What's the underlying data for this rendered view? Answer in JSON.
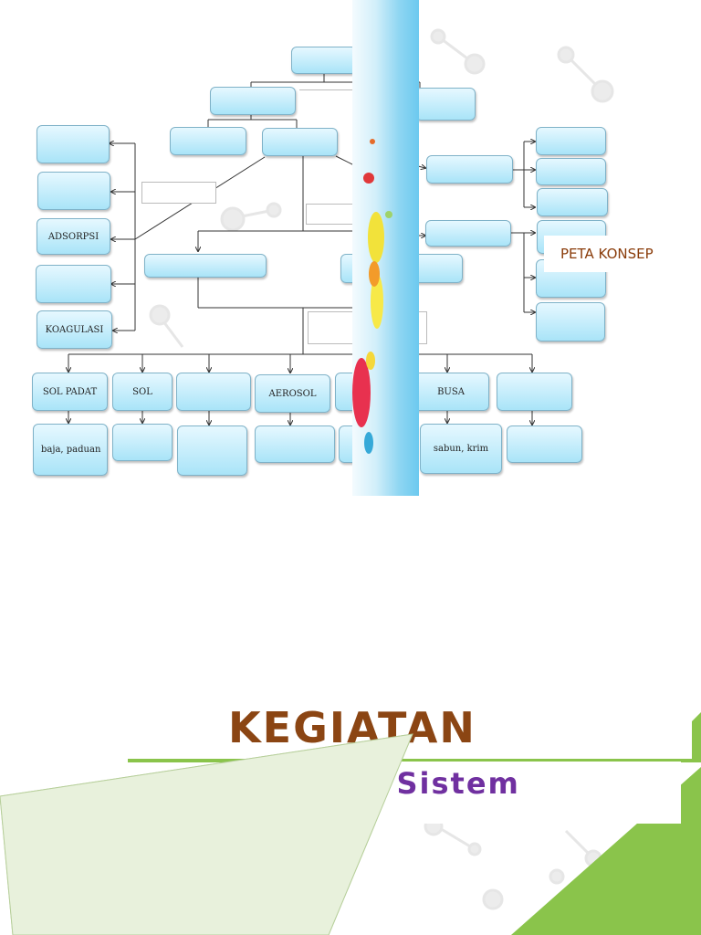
{
  "slide_top": {
    "nodes": {
      "sol_padat": "SOL PADAT",
      "sol": "SOL",
      "aerosol": "AEROSOL",
      "busa": "BUSA",
      "adsorpsi": "ADSORPSI",
      "koagulasi": "KOAGULASI",
      "baja_paduan": "baja, paduan",
      "sabun_krim": "sabun, krim"
    },
    "label": "PETA KONSEP"
  },
  "slide_bottom": {
    "title": "KEGIATAN",
    "subtitle": "ian Sistem"
  },
  "colors": {
    "node_fill": "#b9ebfb",
    "title": "#8b4513",
    "subtitle": "#7030a0",
    "accent_green": "#8ac44b",
    "pale_green": "#e8f1dc"
  }
}
